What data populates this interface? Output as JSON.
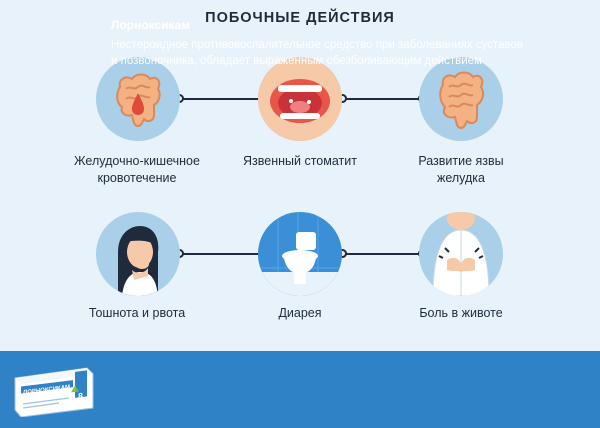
{
  "title": "ПОБОЧНЫЕ ДЕЙСТВИЯ",
  "row1": [
    {
      "label_l1": "Желудочно-кишечное",
      "label_l2": "кровотечение",
      "icon": "intestine-bleeding-icon"
    },
    {
      "label_l1": "Язвенный стоматит",
      "label_l2": "",
      "icon": "open-mouth-icon"
    },
    {
      "label_l1": "Развитие язвы",
      "label_l2": "желудка",
      "icon": "intestine-icon"
    }
  ],
  "row2": [
    {
      "label_l1": "Тошнота и рвота",
      "label_l2": "",
      "icon": "nauseous-woman-icon"
    },
    {
      "label_l1": "Диарея",
      "label_l2": "",
      "icon": "toilet-icon"
    },
    {
      "label_l1": "Боль в животе",
      "label_l2": "",
      "icon": "stomach-pain-icon"
    }
  ],
  "footer": {
    "title": "Лорноксикам",
    "text_l1": "Нестероидное противовоспалительное средство при заболеваниях суставов",
    "text_l2": "и позвоночника, обладает выраженным обезболивающим действием",
    "package_brand": "ЛОРНОКСИКАМ",
    "package_number": "8"
  },
  "colors": {
    "background": "#e8f2fa",
    "circle": "#a9cfe9",
    "text": "#1f2a3d",
    "footer": "#2f82c6",
    "intestine": "#f4b183",
    "blood": "#e04a3a",
    "mouth": "#e8564a"
  }
}
